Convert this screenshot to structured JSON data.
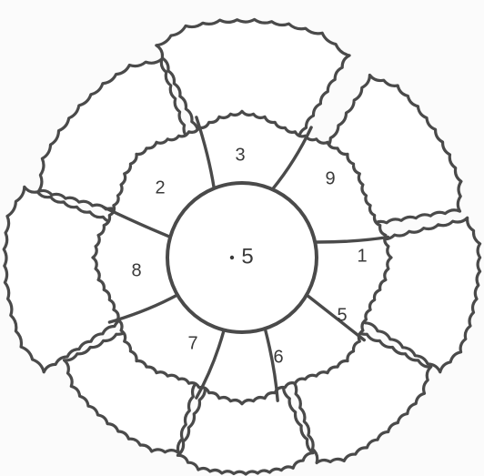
{
  "center": {
    "label": "5",
    "color": "#3a3a3a"
  },
  "petals": [
    {
      "id": "top",
      "label": "3"
    },
    {
      "id": "upper-right",
      "label": "9"
    },
    {
      "id": "right",
      "label": "1"
    },
    {
      "id": "lower-right",
      "label": "5"
    },
    {
      "id": "bottom",
      "label": "6"
    },
    {
      "id": "lower-left",
      "label": "7"
    },
    {
      "id": "left",
      "label": "8"
    },
    {
      "id": "upper-left",
      "label": "2"
    }
  ],
  "colors": {
    "outline": "#4a4a4a",
    "fill": "#ffffff",
    "background": "#fbfbfb"
  }
}
